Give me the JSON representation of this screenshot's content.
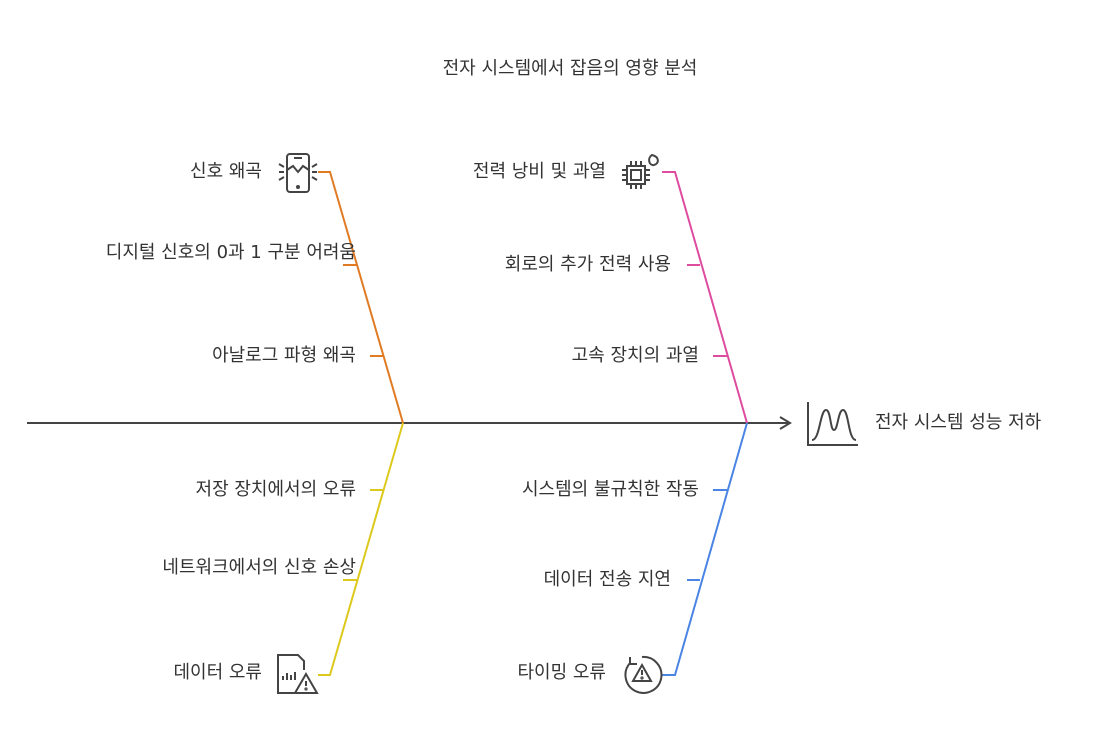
{
  "title": "전자 시스템에서 잡음의 영향 분석",
  "effect": {
    "label": "전자 시스템 성능 저하",
    "icon": "bell-curve-chart-icon"
  },
  "colors": {
    "spine": "#444444",
    "signal": "#e07b24",
    "power": "#de4c9f",
    "data": "#ddc81c",
    "timing": "#4a84e4"
  },
  "categories": [
    {
      "name": "신호 왜곡",
      "icon": "broken-phone-icon",
      "causes": [
        "디지털 신호의 0과 1 구분 어려움",
        "아날로그 파형 왜곡"
      ]
    },
    {
      "name": "전력 낭비 및 과열",
      "icon": "hot-chip-icon",
      "causes": [
        "회로의 추가 전력 사용",
        "고속 장치의 과열"
      ]
    },
    {
      "name": "데이터 오류",
      "icon": "report-warning-icon",
      "causes": [
        "저장 장치에서의 오류",
        "네트워크에서의 신호 손상"
      ]
    },
    {
      "name": "타이밍 오류",
      "icon": "cycle-warning-icon",
      "causes": [
        "시스템의 불규칙한 작동",
        "데이터 전송 지연"
      ]
    }
  ]
}
